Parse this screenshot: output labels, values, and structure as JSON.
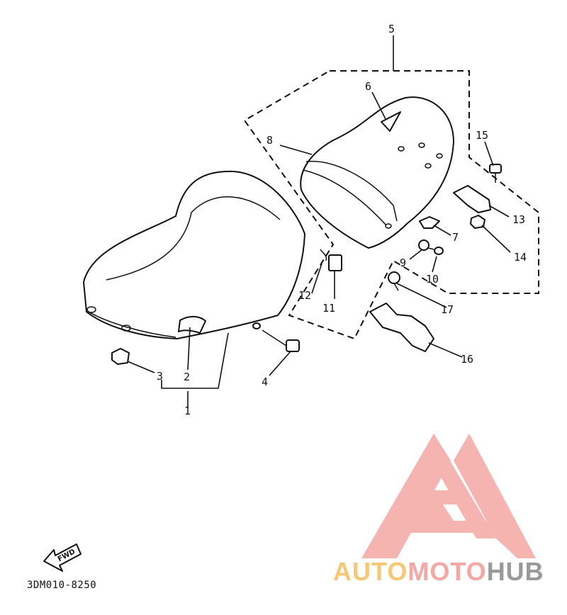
{
  "diagram": {
    "callouts": [
      "1",
      "2",
      "3",
      "4",
      "5",
      "6",
      "7",
      "8",
      "9",
      "10",
      "11",
      "12",
      "13",
      "14",
      "15",
      "16",
      "17"
    ],
    "fwd_label": "FWD",
    "drawing_code": "3DM010-8250"
  },
  "watermark": {
    "part1": "AUTO",
    "part2": "MOTO",
    "part3": "HUB",
    "colors": {
      "auto": "#f7c873",
      "moto": "#f4a7a3",
      "hub": "#9a9a9a",
      "logo_red": "#f08080"
    }
  }
}
